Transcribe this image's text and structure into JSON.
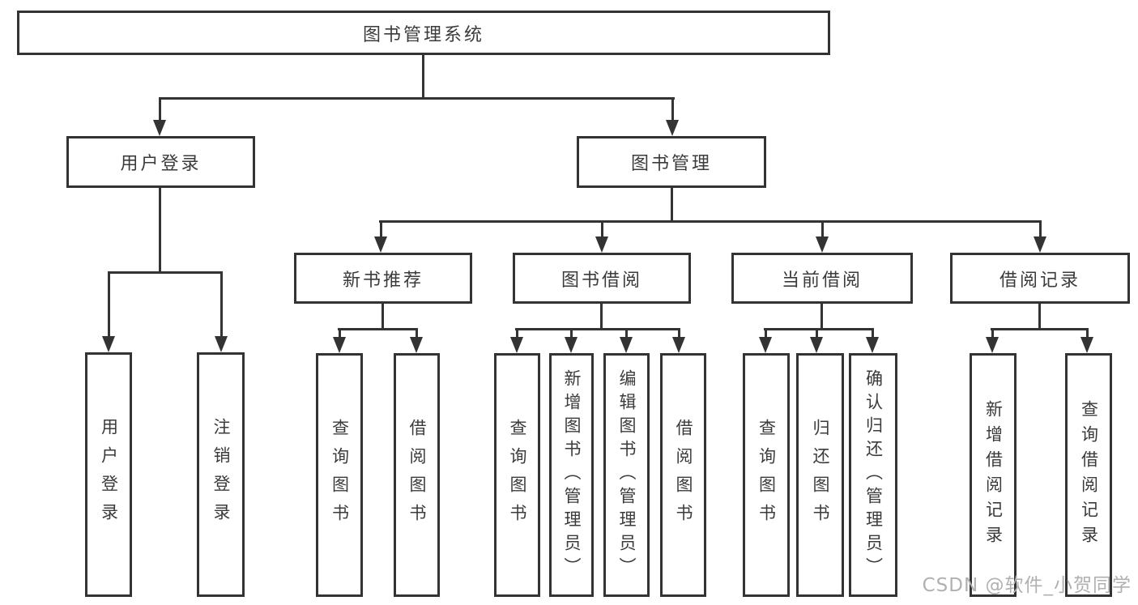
{
  "diagram": {
    "root": "图书管理系统",
    "level2": {
      "user": "用户登录",
      "book": "图书管理"
    },
    "groups": {
      "new": "新书推荐",
      "borrow": "图书借阅",
      "current": "当前借阅",
      "record": "借阅记录"
    },
    "leaves": {
      "user_login": "用户登录",
      "logout": "注销登录",
      "new_query": "查询图书",
      "new_borrow": "借阅图书",
      "borrow_query": "查询图书",
      "borrow_add": "新增图书（管理员）",
      "borrow_edit": "编辑图书（管理员）",
      "borrow_lend": "借阅图书",
      "current_query": "查询图书",
      "current_return": "归还图书",
      "current_confirm": "确认归还（管理员）",
      "record_add": "新增借阅记录",
      "record_query": "查询借阅记录"
    }
  },
  "watermark": "CSDN @软件_小贺同学",
  "colors": {
    "line": "#333333",
    "text": "#3b3b3b",
    "watermark": "#b0b0b0",
    "background": "#ffffff"
  }
}
